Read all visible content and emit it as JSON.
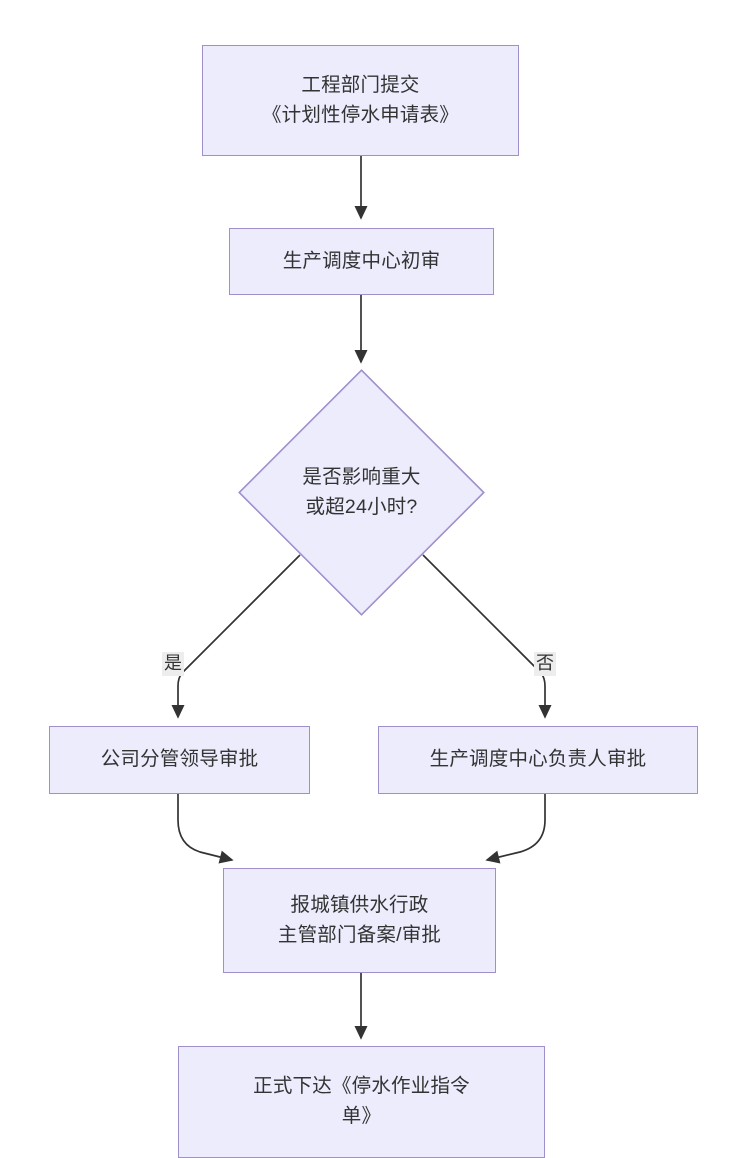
{
  "diagram": {
    "type": "flowchart",
    "direction": "top-to-bottom",
    "title": "",
    "colors": {
      "node_fill": "#ececfd",
      "node_stroke": "#9f8fcb",
      "text": "#333333",
      "edge_stroke": "#333333",
      "edge_label_background": "#ededed",
      "page_background": "#ffffff"
    },
    "nodes": [
      {
        "id": "n1",
        "shape": "rectangle",
        "label": "工程部门提交\n《计划性停水申请表》"
      },
      {
        "id": "n2",
        "shape": "rectangle",
        "label": "生产调度中心初审"
      },
      {
        "id": "n3",
        "shape": "diamond",
        "label": "是否影响重大\n或超24小时?"
      },
      {
        "id": "n4",
        "shape": "rectangle",
        "label": "公司分管领导审批"
      },
      {
        "id": "n5",
        "shape": "rectangle",
        "label": "生产调度中心负责人审批"
      },
      {
        "id": "n6",
        "shape": "rectangle",
        "label": "报城镇供水行政\n主管部门备案/审批"
      },
      {
        "id": "n7",
        "shape": "rectangle",
        "label": "正式下达《停水作业指令\n单》"
      }
    ],
    "edges": [
      {
        "from": "n1",
        "to": "n2",
        "label": ""
      },
      {
        "from": "n2",
        "to": "n3",
        "label": ""
      },
      {
        "from": "n3",
        "to": "n4",
        "label": "是"
      },
      {
        "from": "n3",
        "to": "n5",
        "label": "否"
      },
      {
        "from": "n4",
        "to": "n6",
        "label": ""
      },
      {
        "from": "n5",
        "to": "n6",
        "label": ""
      },
      {
        "from": "n6",
        "to": "n7",
        "label": ""
      }
    ],
    "edge_labels": {
      "yes": "是",
      "no": "否"
    }
  }
}
